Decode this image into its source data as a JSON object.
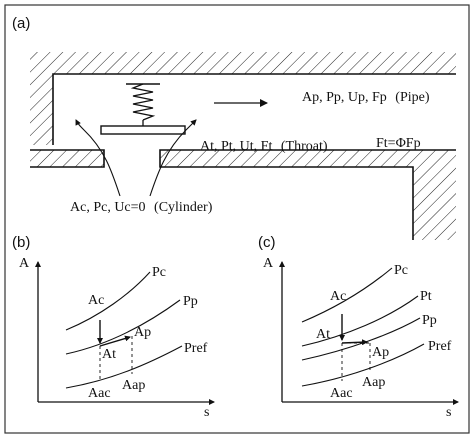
{
  "panel_a": {
    "label": "(a)",
    "pipe_label_vars": "Ap, Pp, Up, Fp",
    "pipe_label_name": "(Pipe)",
    "throat_label_vars": "At, Pt, Ut, Ft",
    "throat_label_name": "(Throat)",
    "force_relation": "Ft=ΦFp",
    "cylinder_label_vars": "Ac, Pc, Uc=0",
    "cylinder_label_name": "(Cylinder)"
  },
  "panel_b": {
    "label": "(b)",
    "y_axis": "A",
    "x_axis": "s",
    "curves": {
      "pc": "Pc",
      "pp": "Pp",
      "pref": "Pref"
    },
    "points": {
      "ac": "Ac",
      "at": "At",
      "ap": "Ap",
      "aac": "Aac",
      "aap": "Aap"
    }
  },
  "panel_c": {
    "label": "(c)",
    "y_axis": "A",
    "x_axis": "s",
    "curves": {
      "pc": "Pc",
      "pt": "Pt",
      "pp": "Pp",
      "pref": "Pref"
    },
    "points": {
      "ac": "Ac",
      "at": "At",
      "ap": "Ap",
      "aac": "Aac",
      "aap": "Aap"
    }
  },
  "colors": {
    "line": "#111111",
    "hatch": "#222222",
    "border": "#333333"
  }
}
